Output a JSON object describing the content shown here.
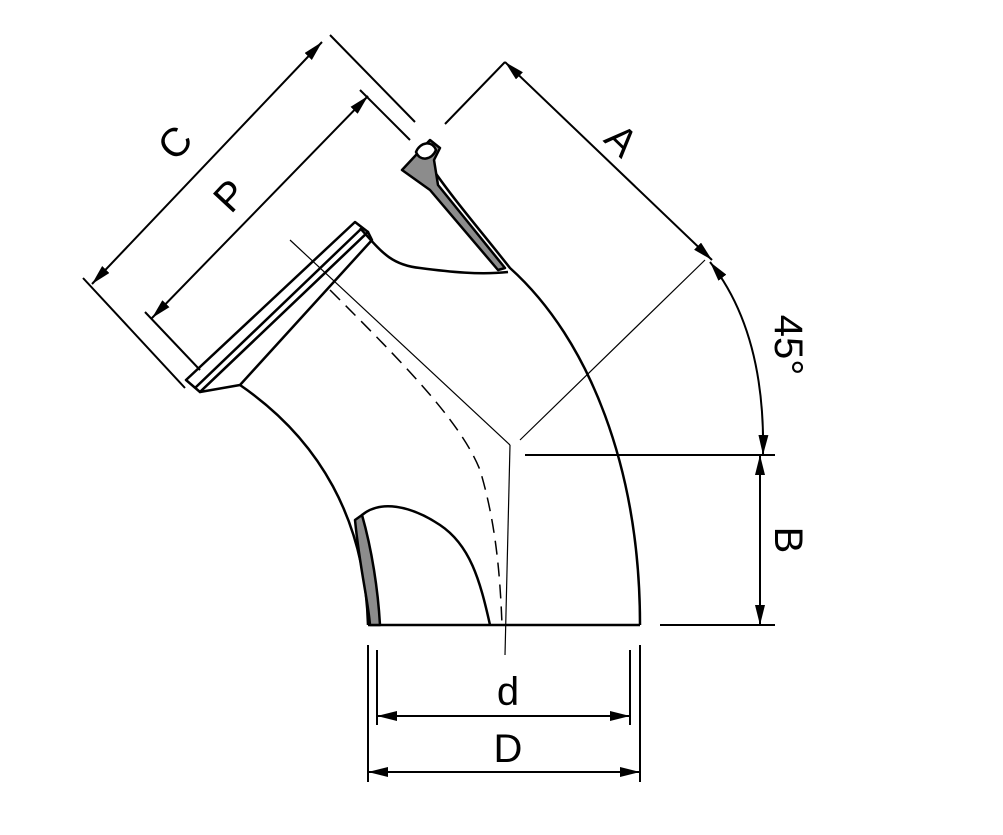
{
  "drawing": {
    "labels": {
      "C": "C",
      "P": "P",
      "A": "A",
      "angle": "45°",
      "B": "B",
      "d": "d",
      "D": "D"
    },
    "colors": {
      "line": "#000000",
      "section_fill": "#8c8c8c",
      "background": "#ffffff"
    }
  }
}
